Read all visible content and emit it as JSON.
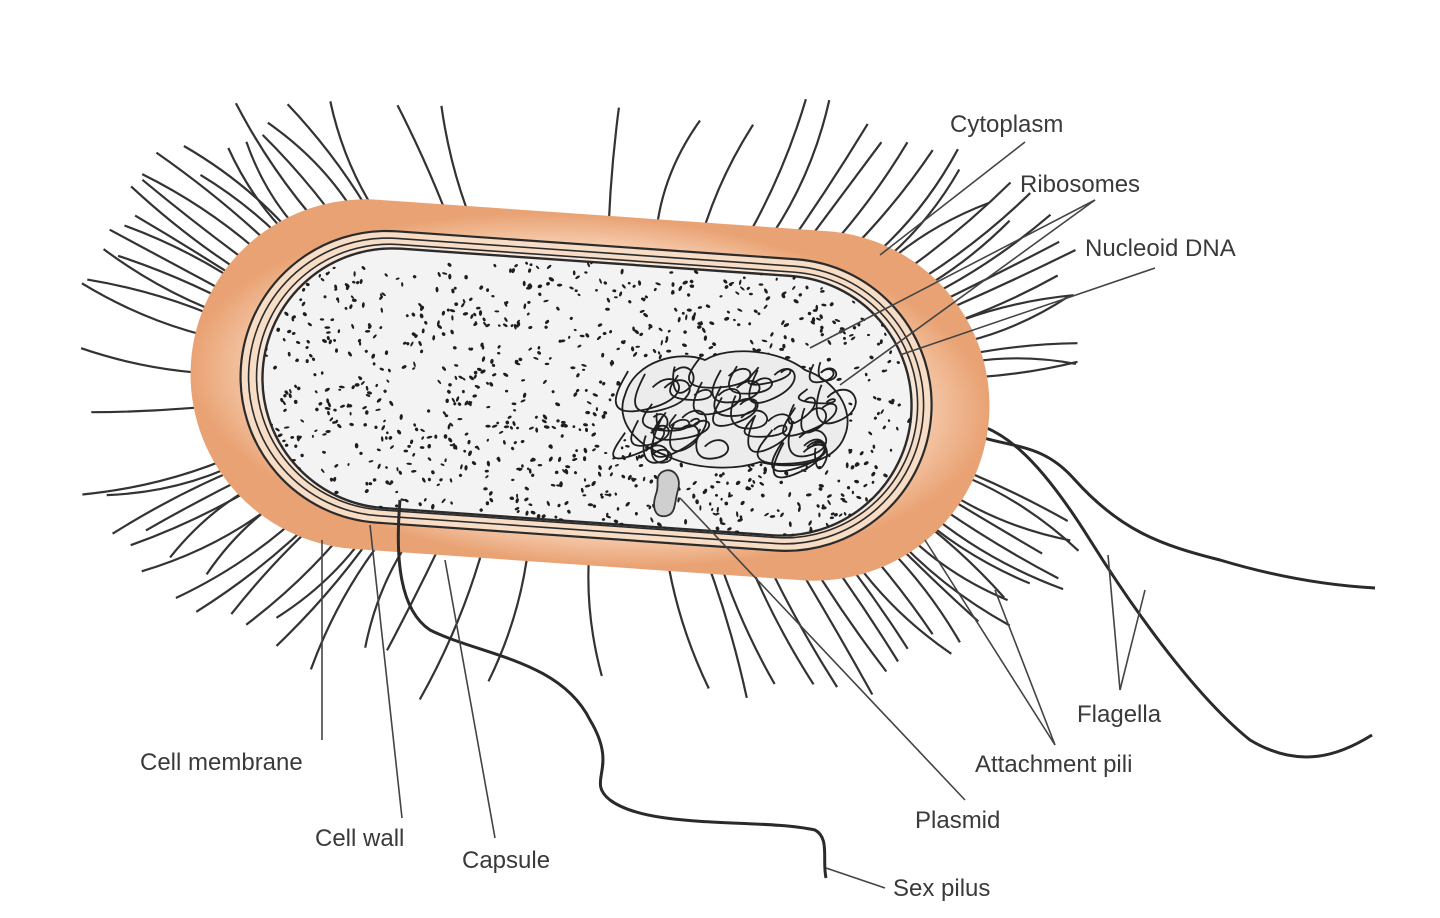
{
  "labels": {
    "cytoplasm": "Cytoplasm",
    "ribosomes": "Ribosomes",
    "nucleoid_dna": "Nucleoid DNA",
    "cell_membrane": "Cell membrane",
    "cell_wall": "Cell wall",
    "capsule": "Capsule",
    "flagella": "Flagella",
    "attachment_pili": "Attachment pili",
    "plasmid": "Plasmid",
    "sex_pilus": "Sex pilus"
  },
  "colors": {
    "capsule": "#ecae86",
    "capsule_edge": "#e3905c",
    "cytoplasm": "#f3f3f3",
    "outline": "#2b2b2b"
  }
}
